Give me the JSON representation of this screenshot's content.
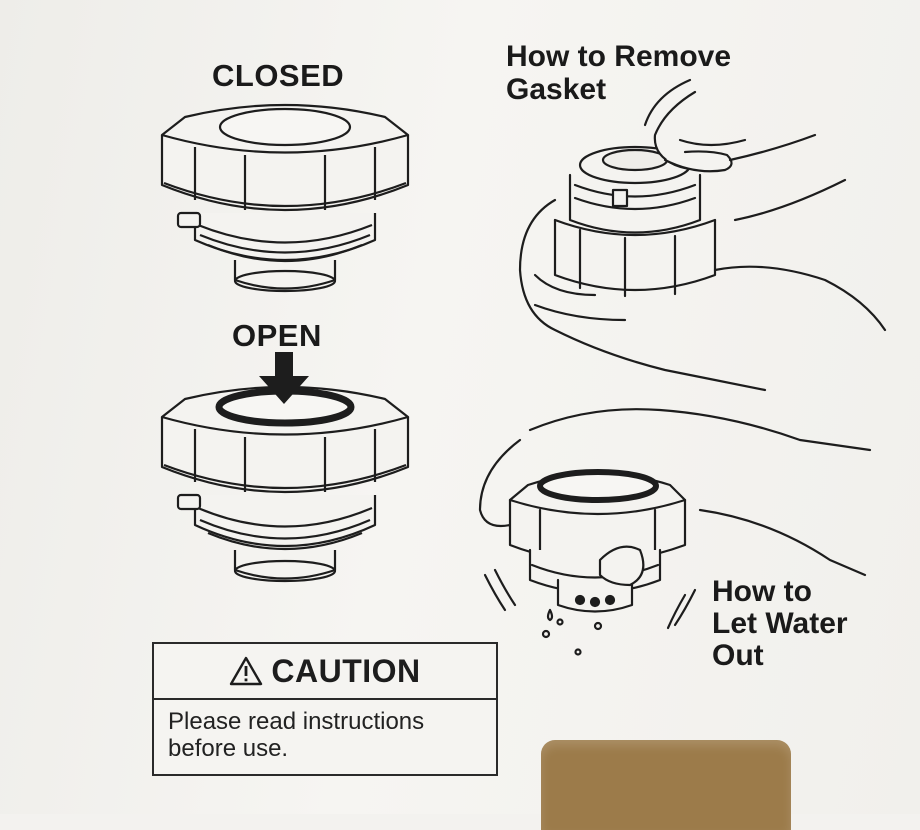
{
  "labels": {
    "closed": "CLOSED",
    "open": "OPEN",
    "remove_gasket_line1": "How to Remove",
    "remove_gasket_line2": "Gasket",
    "let_water_line1": "How to",
    "let_water_line2": "Let Water",
    "let_water_line3": "Out"
  },
  "caution": {
    "title": "CAUTION",
    "body_line1": "Please read instructions",
    "body_line2": "before use."
  },
  "icons": {
    "warning": "warning-triangle-icon",
    "arrow": "down-arrow-icon"
  },
  "colors": {
    "ink": "#1d1d1d",
    "paper": "#f3f2ef",
    "cardboard": "#9c7b4a"
  }
}
